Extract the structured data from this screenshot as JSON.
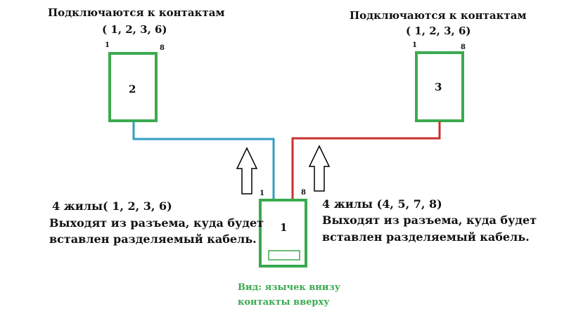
{
  "colors": {
    "box": "#3aaa4f",
    "wire_left": "#2f9dc4",
    "wire_right": "#cc2f2f",
    "arrow": "#000000",
    "text": "#111111",
    "note": "#3aaa4f"
  },
  "top_left": {
    "title": "Подключаются к контактам",
    "pins": "( 1, 2, 3, 6)",
    "pin_first": "1",
    "pin_last": "8",
    "box_label": "2"
  },
  "top_right": {
    "title": "Подключаются к контактам",
    "pins": "( 1, 2, 3, 6)",
    "pin_first": "1",
    "pin_last": "8",
    "box_label": "3"
  },
  "bottom": {
    "pin_first": "1",
    "pin_last": "8",
    "box_label": "1",
    "note_line1": "Вид: язычек внизу",
    "note_line2": "контакты вверху"
  },
  "left_text": {
    "line1": "4 жилы( 1, 2, 3, 6)",
    "line2": "Выходят из разъема, куда будет",
    "line3": "вставлен разделяемый кабель."
  },
  "right_text": {
    "line1": "4 жилы (4, 5, 7, 8)",
    "line2": "Выходят из разъема, куда будет",
    "line3": "вставлен разделяемый кабель."
  }
}
